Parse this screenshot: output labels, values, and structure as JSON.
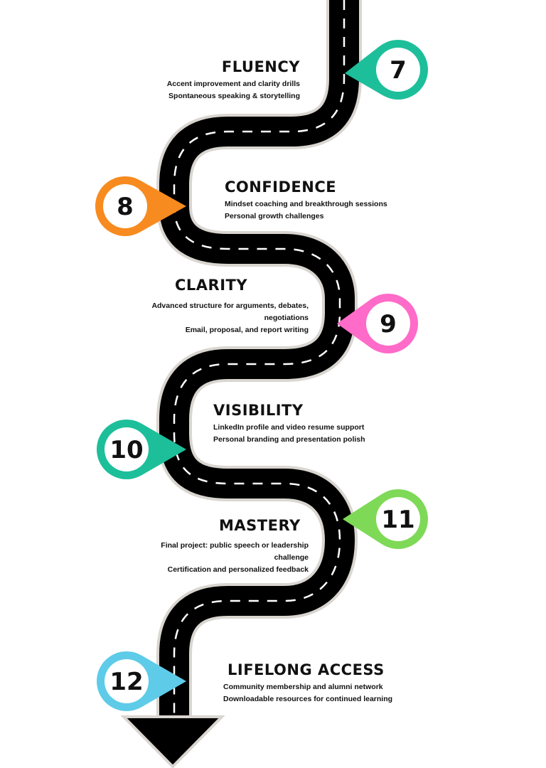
{
  "steps": [
    {
      "number": "7",
      "title": "FLUENCY",
      "lines": [
        "Accent improvement and clarity drills",
        "Spontaneous speaking & storytelling"
      ],
      "color": "#1dbf9a"
    },
    {
      "number": "8",
      "title": "CONFIDENCE",
      "lines": [
        "Mindset coaching and breakthrough sessions",
        "Personal growth challenges"
      ],
      "color": "#f78b1f"
    },
    {
      "number": "9",
      "title": "CLARITY",
      "lines": [
        "Advanced structure for arguments, debates, negotiations",
        "Email, proposal, and report writing"
      ],
      "color": "#ff6bc8"
    },
    {
      "number": "10",
      "title": "VISIBILITY",
      "lines": [
        "LinkedIn profile and video resume support",
        "Personal branding and presentation polish"
      ],
      "color": "#1dbf9a"
    },
    {
      "number": "11",
      "title": "MASTERY",
      "lines": [
        "Final project: public speech or leadership challenge",
        "Certification and personalized feedback"
      ],
      "color": "#7ed957"
    },
    {
      "number": "12",
      "title": "LIFELONG ACCESS",
      "lines": [
        "Community membership and alumni network",
        "Downloadable resources for continued learning"
      ],
      "color": "#5ecbe8"
    }
  ]
}
